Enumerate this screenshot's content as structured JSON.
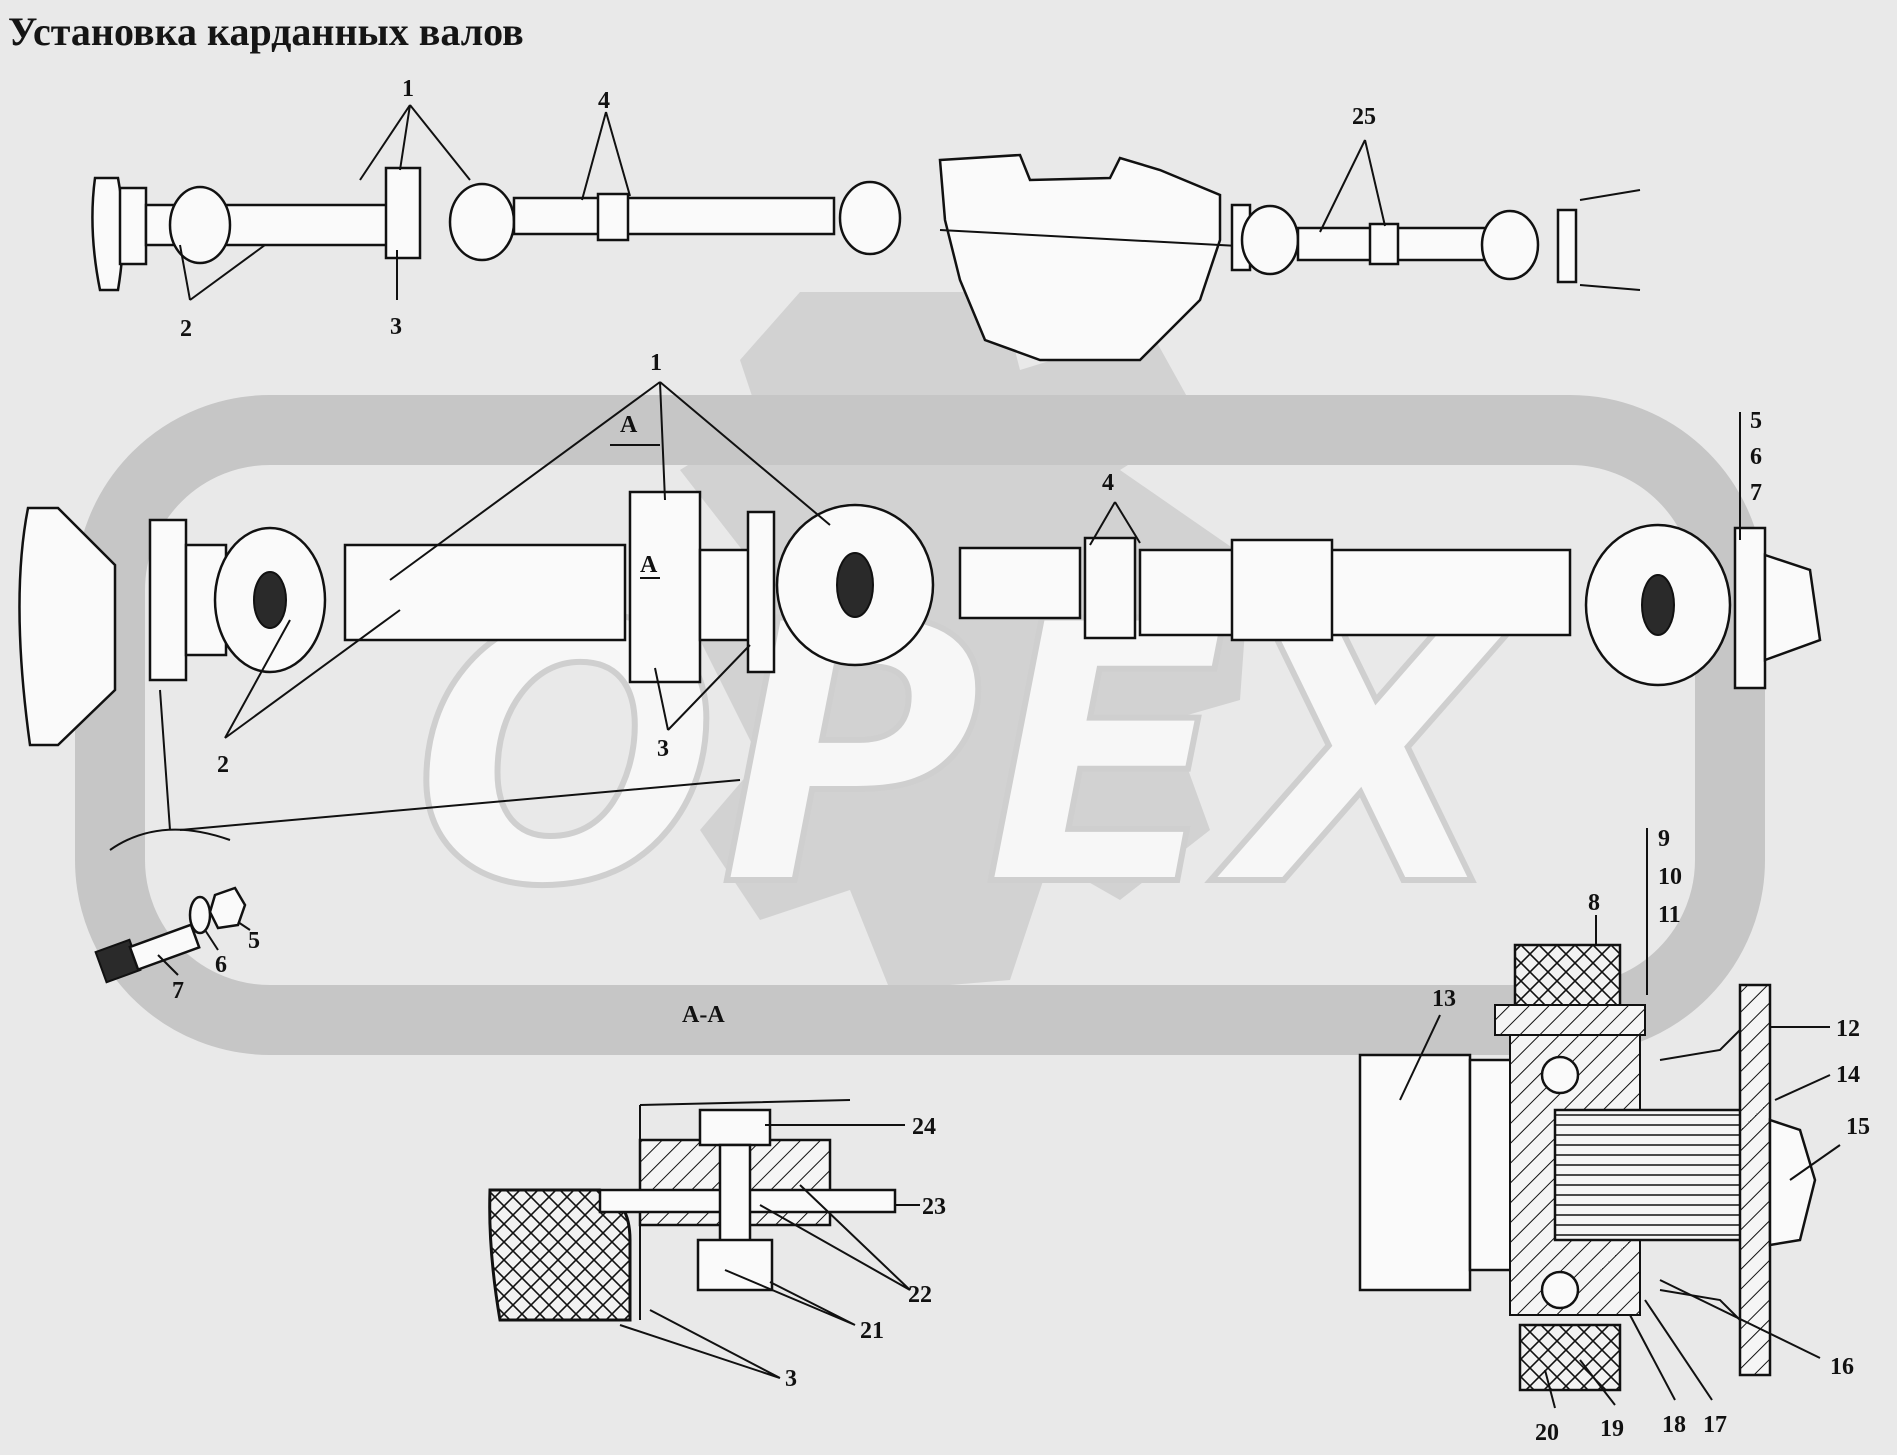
{
  "title": "Установка карданных валов",
  "watermark": "OPEX",
  "section_label": "А-А",
  "section_mark": "А",
  "callouts": {
    "top_1": "1",
    "top_2": "2",
    "top_3": "3",
    "top_4": "4",
    "top_25": "25",
    "main_1": "1",
    "main_2": "2",
    "main_3": "3",
    "main_4": "4",
    "main_5": "5",
    "main_6": "6",
    "main_7": "7",
    "det_5": "5",
    "det_6": "6",
    "det_7": "7",
    "b_8": "8",
    "b_9": "9",
    "b_10": "10",
    "b_11": "11",
    "b_12": "12",
    "b_13": "13",
    "b_14": "14",
    "b_15": "15",
    "b_16": "16",
    "b_17": "17",
    "b_18": "18",
    "b_19": "19",
    "b_20": "20",
    "s_3": "3",
    "s_21": "21",
    "s_22": "22",
    "s_23": "23",
    "s_24": "24"
  },
  "colors": {
    "background": "#e9e9e9",
    "watermark": "#cdcdcd",
    "ink": "#111111"
  }
}
